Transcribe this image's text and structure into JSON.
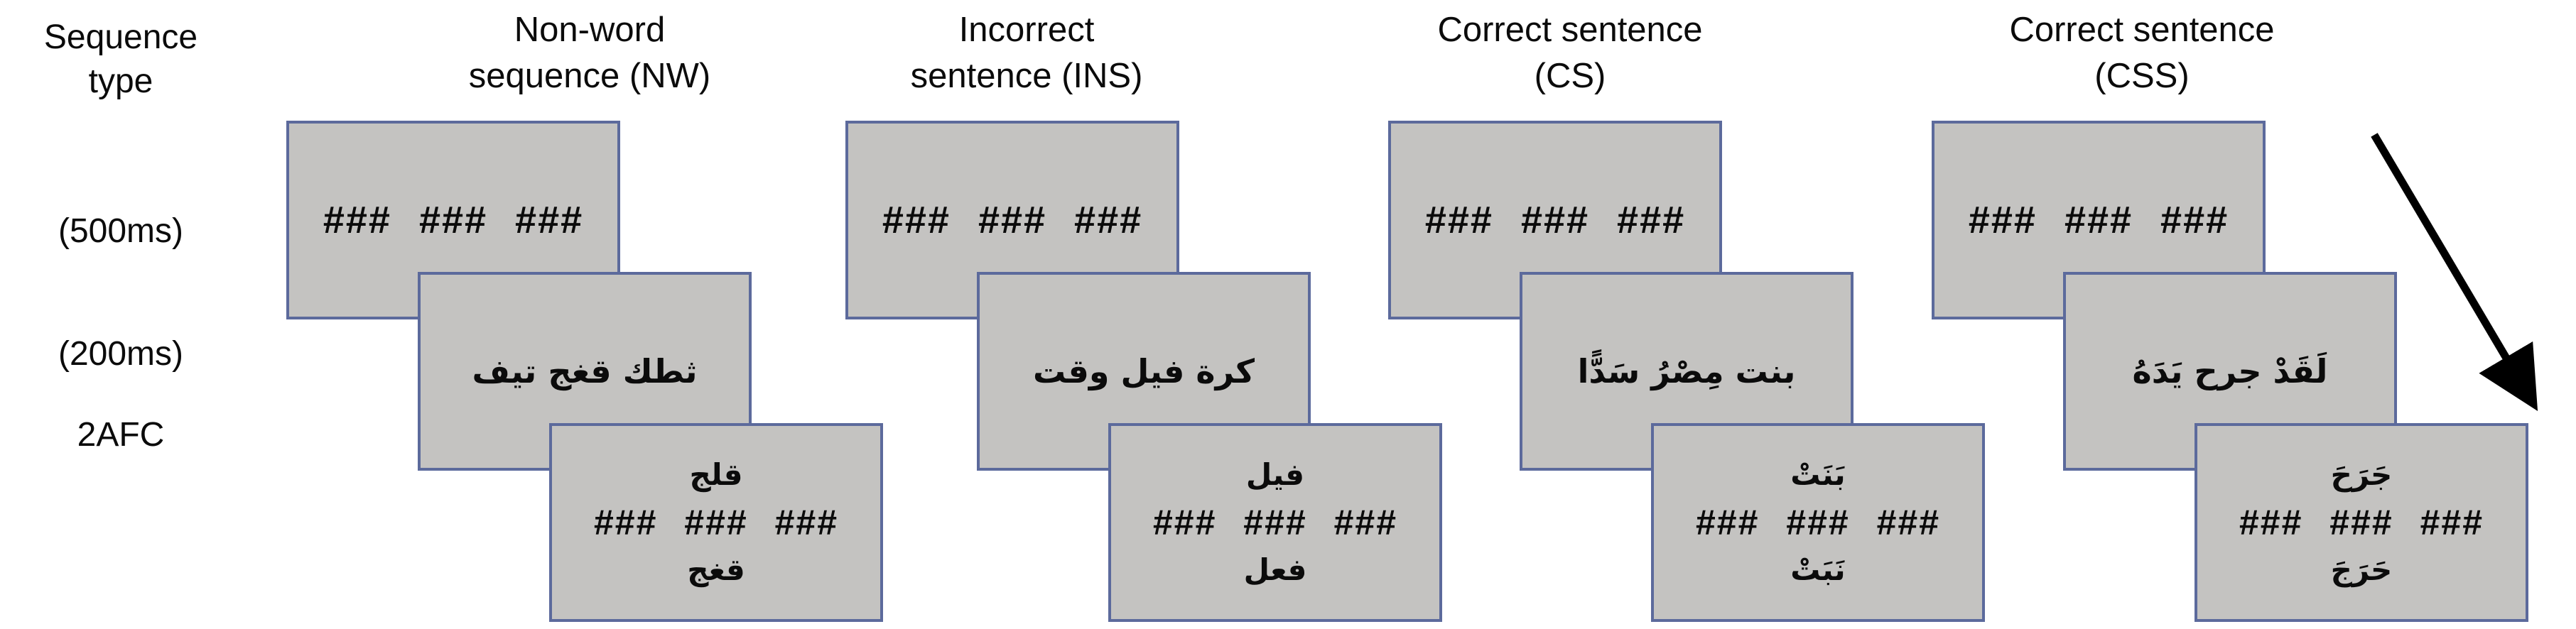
{
  "figure": {
    "description_rows": {
      "sequence_type_line1": "Sequence",
      "sequence_type_line2": "type",
      "fixation_duration": "(500ms)",
      "stimulus_duration": "(200ms)",
      "response_stage": "2AFC"
    },
    "mask": "### ### ###",
    "columns": [
      {
        "id": "NW",
        "header_line1": "Non-word",
        "header_line2": "sequence (NW)",
        "mask": "### ### ###",
        "stimulus": "ثطك قغج تيف",
        "afc_top": "قلج",
        "afc_mask": "### ### ###",
        "afc_bottom": "قغج"
      },
      {
        "id": "INS",
        "header_line1": "Incorrect",
        "header_line2": "sentence (INS)",
        "mask": "### ### ###",
        "stimulus": "كرة فيل وقت",
        "afc_top": "فيل",
        "afc_mask": "### ### ###",
        "afc_bottom": "فعل"
      },
      {
        "id": "CS",
        "header_line1": "Correct sentence",
        "header_line2": "(CS)",
        "mask": "### ### ###",
        "stimulus": "بنت مِصْرُ سَدًّا",
        "afc_top": "بَنَتْ",
        "afc_mask": "### ### ###",
        "afc_bottom": "نَبَتْ"
      },
      {
        "id": "CSS",
        "header_line1": "Correct sentence",
        "header_line2": "(CSS)",
        "mask": "### ### ###",
        "stimulus": "لَقَدْ جرح يَدَهُ",
        "afc_top": "جَرَحَ",
        "afc_mask": "### ### ###",
        "afc_bottom": "حَرَجَ"
      }
    ],
    "colors": {
      "card_fill": "#c4c3c1",
      "card_border": "#5c6a9c",
      "text": "#0b0b0b",
      "arrow": "#000000",
      "background": "#ffffff"
    },
    "arrow_meaning": "time"
  }
}
